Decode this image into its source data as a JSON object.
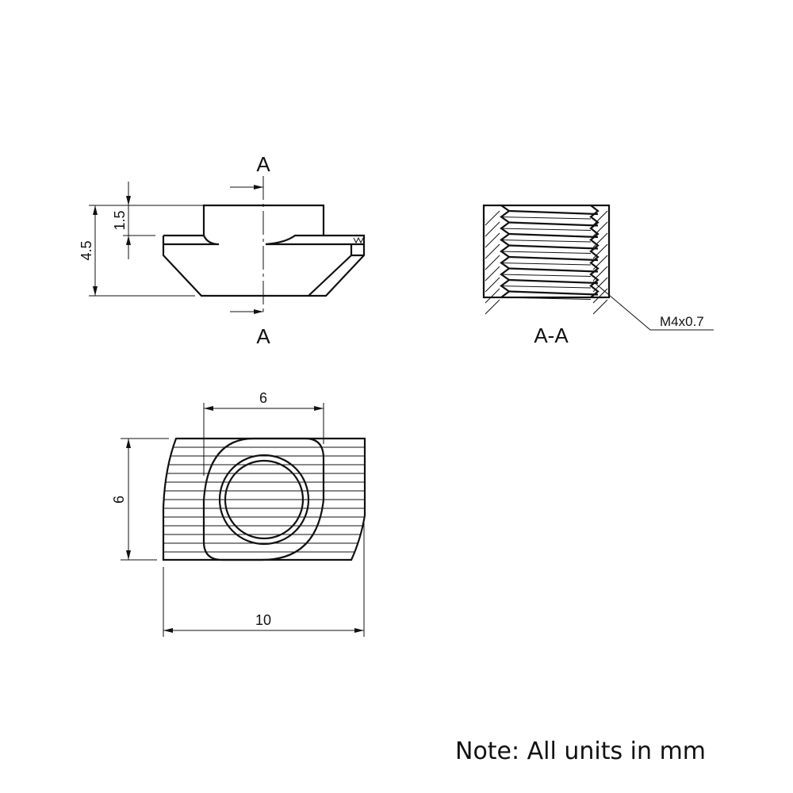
{
  "side_view": {
    "section_mark_top": "A",
    "section_mark_bottom": "A",
    "dim_total_height": "4.5",
    "dim_head_height": "1.5"
  },
  "section_view": {
    "title": "A-A",
    "thread_callout": "M4x0.7"
  },
  "bottom_view": {
    "dim_head_width": "6",
    "dim_height": "6",
    "dim_length": "10"
  },
  "note": "Note: All units in mm"
}
